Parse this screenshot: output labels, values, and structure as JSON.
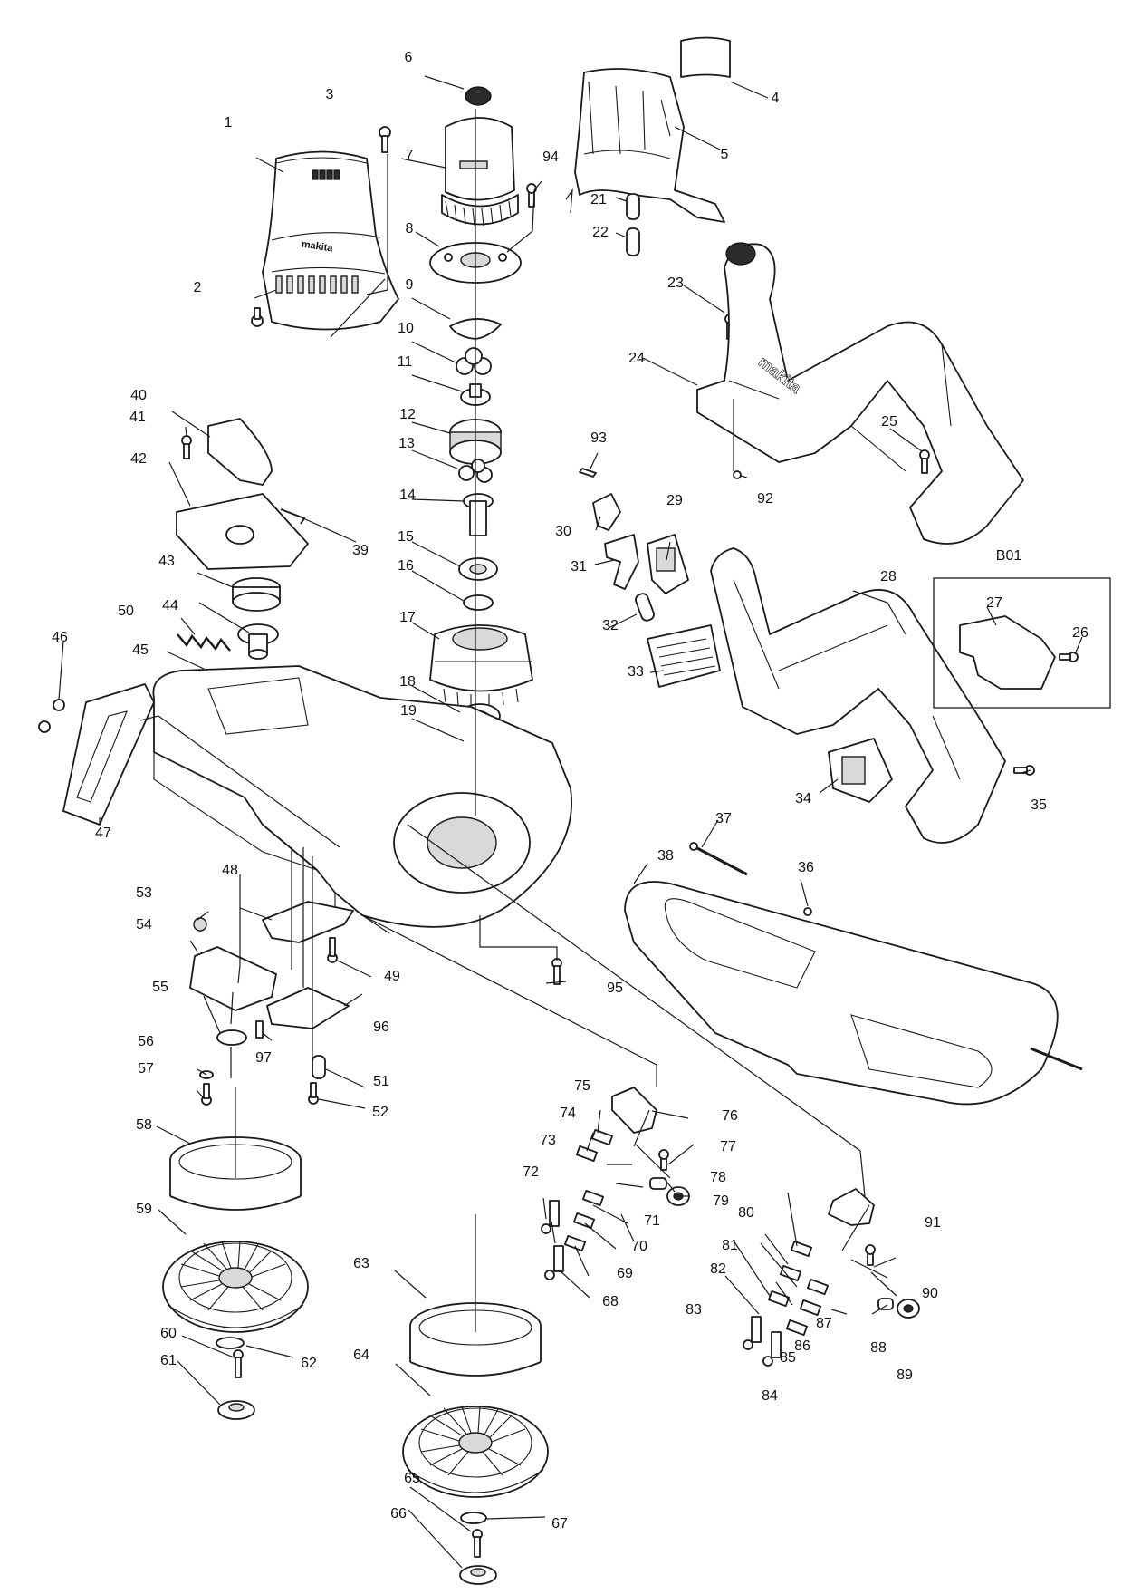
{
  "diagram": {
    "kit_label": "B01",
    "brand_mark": "makita"
  },
  "callouts": [
    {
      "n": "1"
    },
    {
      "n": "2"
    },
    {
      "n": "3"
    },
    {
      "n": "4"
    },
    {
      "n": "5"
    },
    {
      "n": "6"
    },
    {
      "n": "7"
    },
    {
      "n": "8"
    },
    {
      "n": "9"
    },
    {
      "n": "10"
    },
    {
      "n": "11"
    },
    {
      "n": "12"
    },
    {
      "n": "13"
    },
    {
      "n": "14"
    },
    {
      "n": "15"
    },
    {
      "n": "16"
    },
    {
      "n": "17"
    },
    {
      "n": "18"
    },
    {
      "n": "19"
    },
    {
      "n": "21"
    },
    {
      "n": "22"
    },
    {
      "n": "23"
    },
    {
      "n": "24"
    },
    {
      "n": "25"
    },
    {
      "n": "26"
    },
    {
      "n": "27"
    },
    {
      "n": "28"
    },
    {
      "n": "29"
    },
    {
      "n": "30"
    },
    {
      "n": "31"
    },
    {
      "n": "32"
    },
    {
      "n": "33"
    },
    {
      "n": "34"
    },
    {
      "n": "35"
    },
    {
      "n": "36"
    },
    {
      "n": "37"
    },
    {
      "n": "38"
    },
    {
      "n": "39"
    },
    {
      "n": "40"
    },
    {
      "n": "41"
    },
    {
      "n": "42"
    },
    {
      "n": "43"
    },
    {
      "n": "44"
    },
    {
      "n": "45"
    },
    {
      "n": "46"
    },
    {
      "n": "47"
    },
    {
      "n": "48"
    },
    {
      "n": "49"
    },
    {
      "n": "50"
    },
    {
      "n": "51"
    },
    {
      "n": "52"
    },
    {
      "n": "53"
    },
    {
      "n": "54"
    },
    {
      "n": "55"
    },
    {
      "n": "56"
    },
    {
      "n": "57"
    },
    {
      "n": "58"
    },
    {
      "n": "59"
    },
    {
      "n": "60"
    },
    {
      "n": "61"
    },
    {
      "n": "62"
    },
    {
      "n": "63"
    },
    {
      "n": "64"
    },
    {
      "n": "65"
    },
    {
      "n": "66"
    },
    {
      "n": "67"
    },
    {
      "n": "68"
    },
    {
      "n": "69"
    },
    {
      "n": "70"
    },
    {
      "n": "71"
    },
    {
      "n": "72"
    },
    {
      "n": "73"
    },
    {
      "n": "74"
    },
    {
      "n": "75"
    },
    {
      "n": "76"
    },
    {
      "n": "77"
    },
    {
      "n": "78"
    },
    {
      "n": "79"
    },
    {
      "n": "80"
    },
    {
      "n": "81"
    },
    {
      "n": "82"
    },
    {
      "n": "83"
    },
    {
      "n": "84"
    },
    {
      "n": "85"
    },
    {
      "n": "86"
    },
    {
      "n": "87"
    },
    {
      "n": "88"
    },
    {
      "n": "89"
    },
    {
      "n": "90"
    },
    {
      "n": "91"
    },
    {
      "n": "92"
    },
    {
      "n": "93"
    },
    {
      "n": "94"
    },
    {
      "n": "95"
    },
    {
      "n": "96"
    },
    {
      "n": "97"
    }
  ]
}
